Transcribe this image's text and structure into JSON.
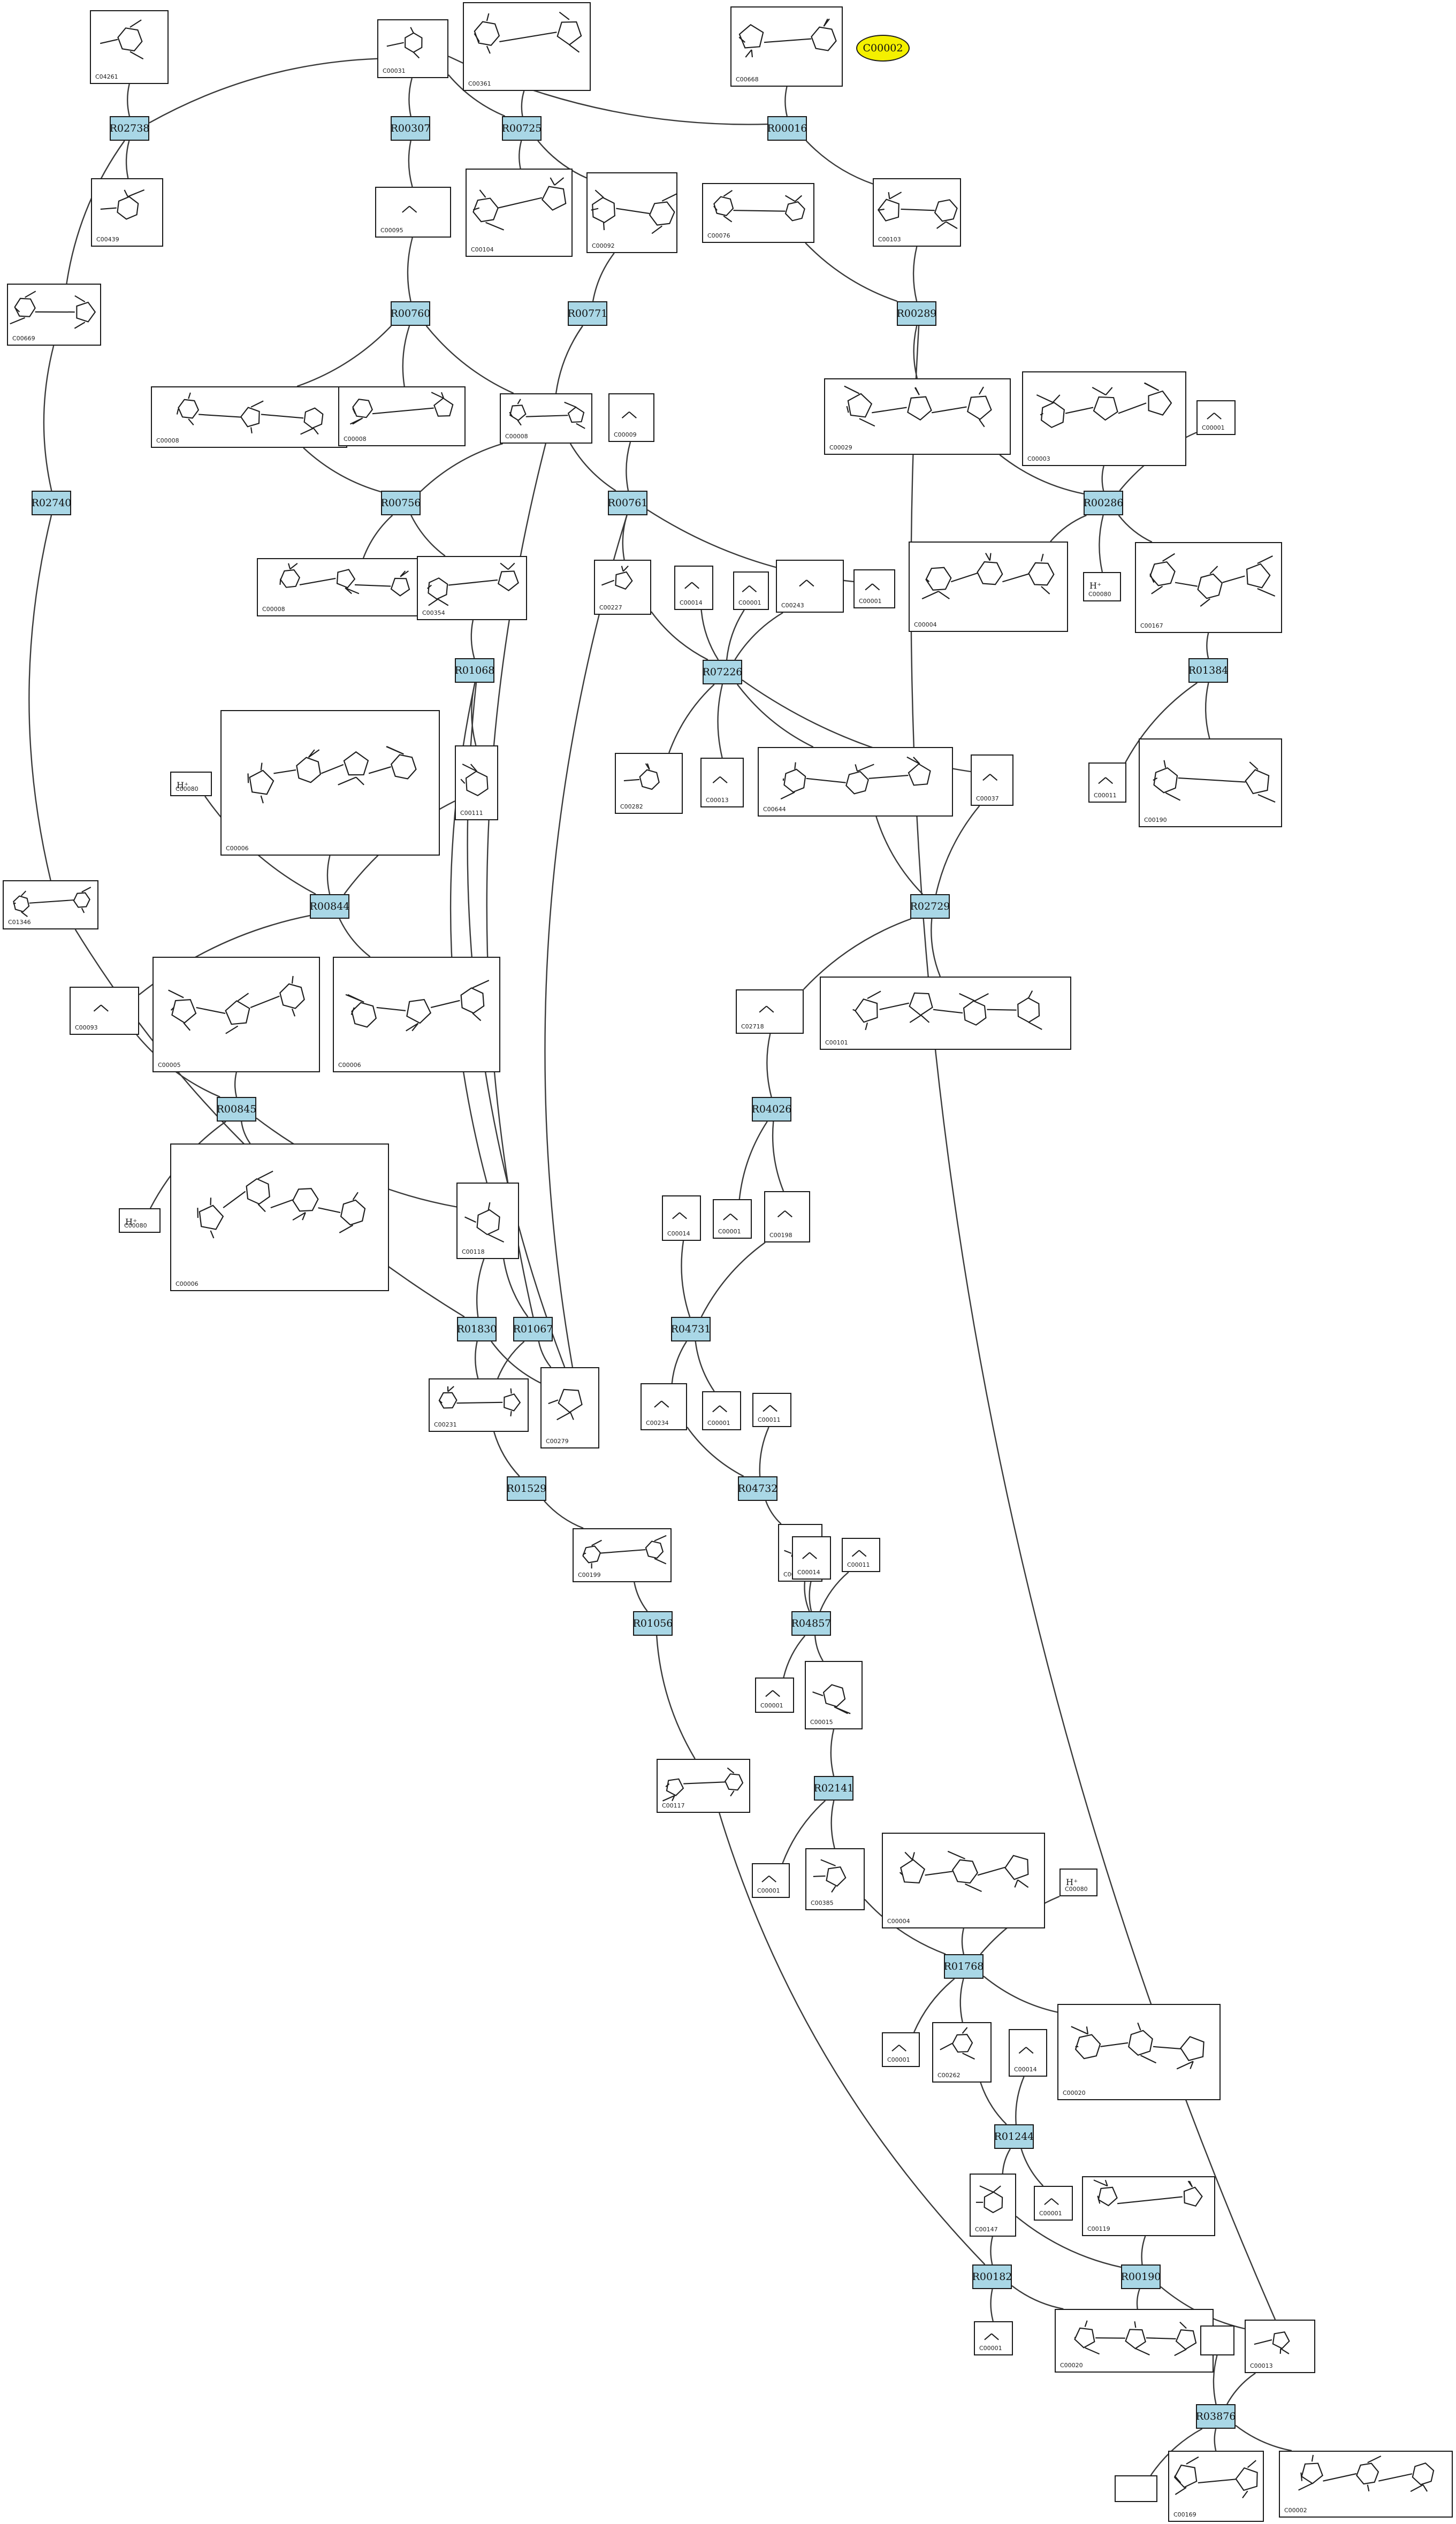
{
  "pathway": {
    "highlighted_compound": "C00002",
    "accent_colors": {
      "reaction_fill": "#a9d7e6",
      "highlight_fill": "#f4f000",
      "line": "#3a3a3a"
    },
    "reactions": [
      "R02738",
      "R00307",
      "R00725",
      "R00016",
      "R00760",
      "R00771",
      "R00289",
      "R02740",
      "R00756",
      "R00761",
      "R00286",
      "R01068",
      "R07226",
      "R01384",
      "R00844",
      "R02729",
      "R00845",
      "R04026",
      "R01830",
      "R01067",
      "R04731",
      "R01529",
      "R04732",
      "R01056",
      "R04857",
      "R02141",
      "R01768",
      "R01244",
      "R00182",
      "R00190",
      "R03876"
    ],
    "compounds": [
      {
        "id": "C04261",
        "label": "C04261"
      },
      {
        "id": "C00031",
        "label": "C00031"
      },
      {
        "id": "C00361",
        "label": "C00361"
      },
      {
        "id": "C00668",
        "label": "C00668"
      },
      {
        "id": "C00439",
        "label": "C00439"
      },
      {
        "id": "C00002",
        "label": "C00002"
      },
      {
        "id": "C00095",
        "label": "C00095"
      },
      {
        "id": "C00104",
        "label": "C00104"
      },
      {
        "id": "C00092",
        "label": "C00092"
      },
      {
        "id": "C00103",
        "label": "C00103"
      },
      {
        "id": "C00669",
        "label": "C00669"
      },
      {
        "id": "C00076",
        "label": "C00076"
      },
      {
        "id": "C00008",
        "label": "C00008"
      },
      {
        "id": "C00009",
        "label": "C00009"
      },
      {
        "id": "C00029",
        "label": "C00029"
      },
      {
        "id": "C00003",
        "label": "C00003"
      },
      {
        "id": "C00001",
        "label": "C00001"
      },
      {
        "id": "C00006",
        "label": "C00006"
      },
      {
        "id": "C00354",
        "label": "C00354"
      },
      {
        "id": "C00227",
        "label": "C00227"
      },
      {
        "id": "C00014",
        "label": "C00014"
      },
      {
        "id": "C00243",
        "label": "C00243"
      },
      {
        "id": "C00004",
        "label": "C00004"
      },
      {
        "id": "C00080",
        "label": "C00080",
        "formula": "H⁺"
      },
      {
        "id": "C00167",
        "label": "C00167"
      },
      {
        "id": "C00005",
        "label": "C00005"
      },
      {
        "id": "C00111",
        "label": "C00111"
      },
      {
        "id": "C00282",
        "label": "C00282"
      },
      {
        "id": "C00013",
        "label": "C00013"
      },
      {
        "id": "C00644",
        "label": "C00644"
      },
      {
        "id": "C00037",
        "label": "C00037"
      },
      {
        "id": "C00011",
        "label": "C00011"
      },
      {
        "id": "C00190",
        "label": "C00190"
      },
      {
        "id": "C01346",
        "label": "C01346"
      },
      {
        "id": "C00093",
        "label": "C00093"
      },
      {
        "id": "C02718",
        "label": "C02718"
      },
      {
        "id": "C00101",
        "label": "C00101"
      },
      {
        "id": "C00118",
        "label": "C00118"
      },
      {
        "id": "C00198",
        "label": "C00198"
      },
      {
        "id": "C00231",
        "label": "C00231"
      },
      {
        "id": "C00279",
        "label": "C00279"
      },
      {
        "id": "C00234",
        "label": "C00234"
      },
      {
        "id": "C00199",
        "label": "C00199"
      },
      {
        "id": "C00016",
        "label": "C00016"
      },
      {
        "id": "C00015",
        "label": "C00015"
      },
      {
        "id": "C00117",
        "label": "C00117"
      },
      {
        "id": "C00385",
        "label": "C00385"
      },
      {
        "id": "C00262",
        "label": "C00262"
      },
      {
        "id": "C00147",
        "label": "C00147"
      },
      {
        "id": "C00119",
        "label": "C00119"
      },
      {
        "id": "C00020",
        "label": "C00020"
      },
      {
        "id": "C00013b",
        "label": "C00013"
      },
      {
        "id": "C00169",
        "label": "C00169"
      }
    ]
  }
}
